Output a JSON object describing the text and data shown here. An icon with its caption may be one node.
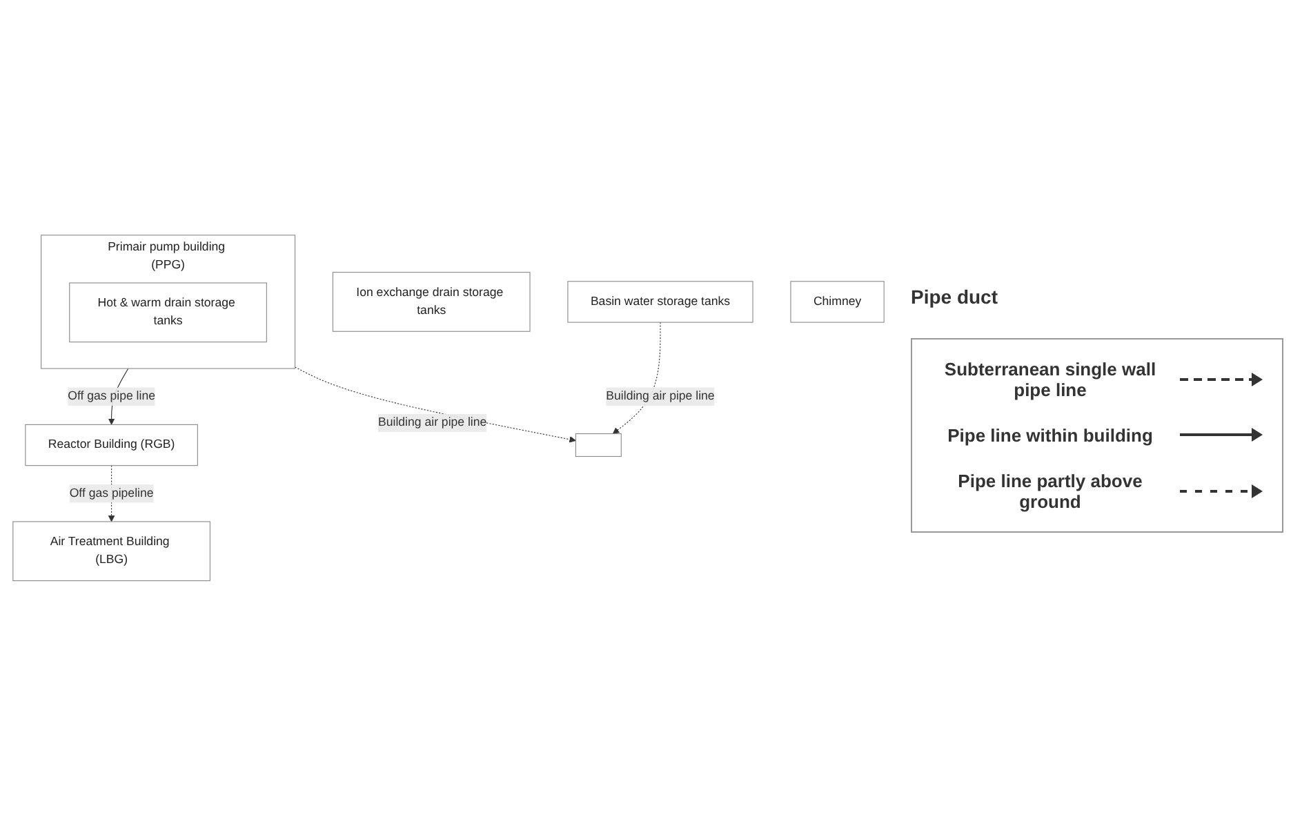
{
  "diagram": {
    "nodes": [
      {
        "text": [
          "Reactor Building (RGB)"
        ]
      },
      {
        "text": [
          "Primair pump building (PPG)"
        ]
      },
      {
        "text": [
          "Hot & warm drain storage tanks"
        ],
        "in": 1
      },
      {
        "text": [],
        "shape": "box"
      },
      {
        "text": [
          "Ion exchange drain storage tanks"
        ]
      },
      {
        "text": [
          "Basin water storage tanks"
        ]
      },
      {
        "text": [
          "Air Treatment Building (LBG)"
        ]
      },
      {
        "text": [
          "Chimney"
        ]
      }
    ],
    "edges": [
      {
        "from": 1,
        "to": 0,
        "arrow": "to",
        "label": "Off gas pipe line"
      },
      {
        "from": 1,
        "to": 3,
        "arrow": "to",
        "label": "Building air pipe line",
        "style": "dashed"
      },
      {
        "from": 0,
        "to": 6,
        "arrow": "to",
        "label": "Off gas pipeline",
        "style": "dashed"
      },
      {
        "from": 5,
        "to": 3,
        "arrow": "to",
        "label": "Building air pipe line",
        "style": "dashed"
      }
    ],
    "labels": [
      "Pipe duct"
    ],
    "legend": [
      {
        "text": "Subterranean single wall pipe line"
      },
      {
        "text": "Pipe line within building"
      },
      {
        "text": "Pipe line partly above ground"
      }
    ]
  }
}
